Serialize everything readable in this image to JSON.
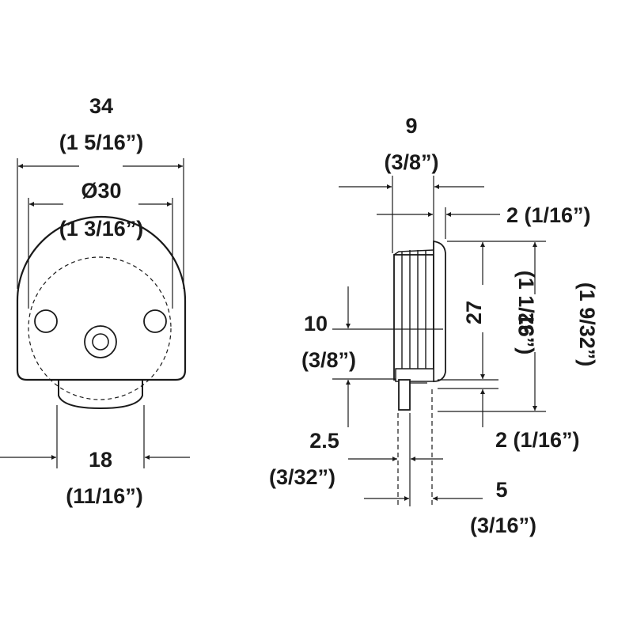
{
  "front_view": {
    "width_overall": {
      "mm": "34",
      "inch": "(1 5/16”)"
    },
    "diameter": {
      "mm": "Ø30",
      "inch": "(1 3/16”)"
    },
    "base_width": {
      "mm": "18",
      "inch": "(11/16”)"
    }
  },
  "side_view": {
    "depth": {
      "mm": "9",
      "inch": "(3/8”)"
    },
    "flange": {
      "text": "2 (1/16”)"
    },
    "body_height": {
      "mm": "27",
      "inch": "(1 1/16”)"
    },
    "overall_height": {
      "mm": "32",
      "inch": "(1 9/32”)"
    },
    "center_offset": {
      "mm": "10",
      "inch": "(3/8”)"
    },
    "bottom_lip": {
      "text": "2 (1/16”)"
    },
    "pin_thickness": {
      "mm": "2.5",
      "inch": "(3/32”)"
    },
    "pin_offset": {
      "mm": "5",
      "inch": "(3/16”)"
    }
  },
  "colors": {
    "line": "#1a1a1a",
    "background": "#ffffff"
  }
}
